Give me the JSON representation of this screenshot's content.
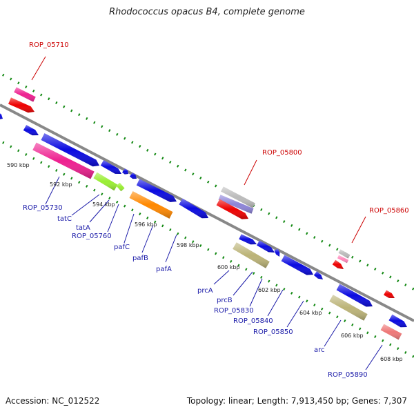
{
  "title": "Rhodococcus opacus B4, complete genome",
  "footer": {
    "accession": "Accession: NC_012522",
    "summary": "Topology: linear; Length: 7,913,450 bp; Genes: 7,307"
  },
  "colors": {
    "backbone": "#888888",
    "gene_blue": "#0a0ae0",
    "gene_red": "#ee0000",
    "gene_magenta": "#ee2090",
    "gene_orange": "#ff8800",
    "gene_lime": "#99ee33",
    "gene_khaki": "#bbb377",
    "gene_lavender": "#8d84d8",
    "gene_gray": "#bbbbbb",
    "gene_pink": "#ee7777",
    "gene_pink_light": "#ff88bb",
    "dots": "#118811",
    "label_blue": "#1a1aa8",
    "label_red": "#cc0000"
  },
  "scale_ticks": [
    "590 kbp",
    "592 kbp",
    "594 kbp",
    "596 kbp",
    "598 kbp",
    "600 kbp",
    "602 kbp",
    "604 kbp",
    "606 kbp",
    "608 kbp"
  ],
  "upper_labels": [
    "ROP_05710",
    "ROP_05800",
    "ROP_05860"
  ],
  "lower_labels": [
    "ROP_05730",
    "tatC",
    "tatA",
    "ROP_05760",
    "pafC",
    "pafB",
    "pafA",
    "prcA",
    "prcB",
    "ROP_05830",
    "ROP_05840",
    "ROP_05850",
    "arc",
    "ROP_05890"
  ]
}
